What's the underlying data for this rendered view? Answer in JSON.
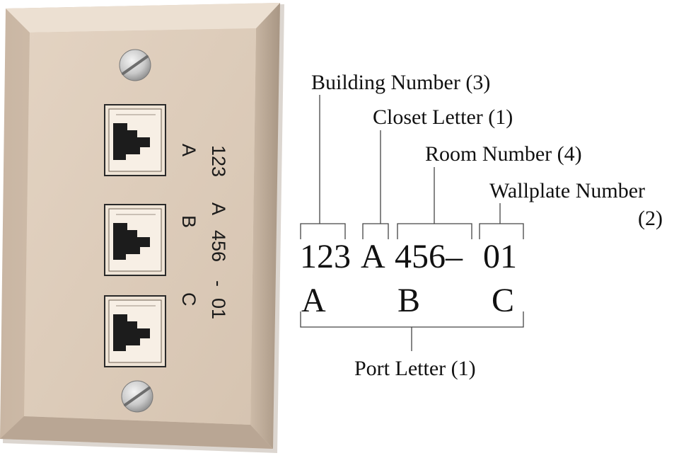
{
  "plate": {
    "label_line": [
      "123",
      "A",
      "456",
      "-",
      "01"
    ],
    "port_letters": [
      "A",
      "B",
      "C"
    ]
  },
  "diagram": {
    "building_number": "Building Number",
    "building_count": "(3)",
    "closet_letter": "Closet Letter",
    "closet_count": "(1)",
    "room_number": "Room Number",
    "room_count": "(4)",
    "wallplate_number": "Wallplate Number",
    "wallplate_count": "(2)",
    "code_building": "123",
    "code_closet": "A",
    "code_room": "456",
    "code_dash": "–",
    "code_wallplate": "01",
    "ports": [
      "A",
      "B",
      "C"
    ],
    "port_letter": "Port Letter",
    "port_count": "(1)"
  },
  "colors": {
    "plate_face": "#dccbb9",
    "plate_shadow": "#b8a592",
    "jack_black": "#1c1c1c",
    "line": "#444444"
  }
}
